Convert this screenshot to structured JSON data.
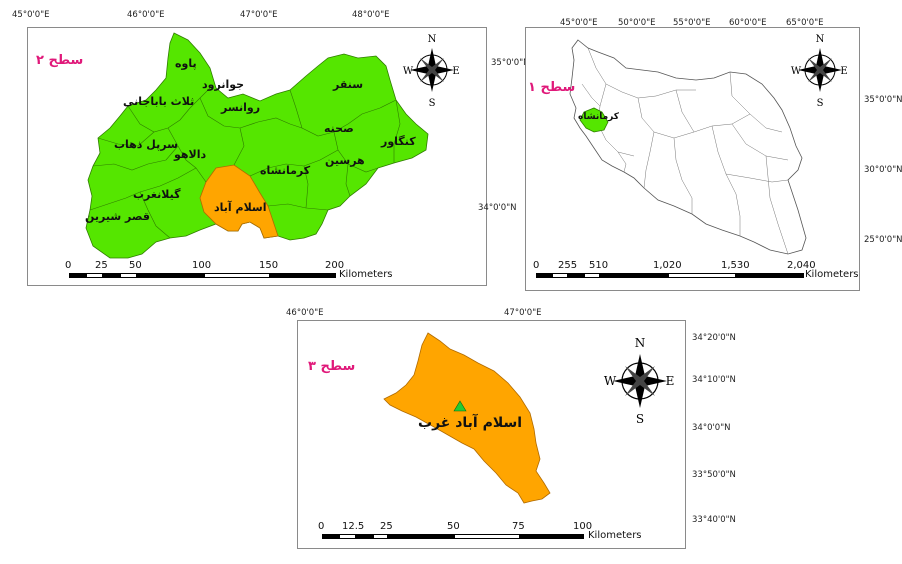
{
  "level2": {
    "title": "سطح ۲",
    "lon_ticks": [
      "45°0'0\"E",
      "46°0'0\"E",
      "47°0'0\"E",
      "48°0'0\"E"
    ],
    "lat_ticks": [
      "35°0'0\"N",
      "34°0'0\"N"
    ],
    "counties": {
      "paveh": "پاوه",
      "javanrud": "جوانرود",
      "salas": "ثلاث باباجانی",
      "ravansar": "روانسر",
      "sonqor": "سنقر",
      "sahneh": "صحنه",
      "kangavar": "کنگاور",
      "harsin": "هرسین",
      "kermanshah": "کرمانشاه",
      "sarpol": "سرپل ذهاب",
      "dalahu": "دالاهو",
      "gilan": "گیلانغرب",
      "qasr": "قصر شیرین",
      "eslamabad": "اسلام آباد"
    },
    "scale": {
      "ticks": [
        "0",
        "25",
        "50",
        "100",
        "150",
        "200"
      ],
      "unit": "Kilometers"
    },
    "colors": {
      "province": "#55e600",
      "highlight": "#ffa500"
    }
  },
  "level1": {
    "title": "سطح ۱",
    "lon_ticks": [
      "45°0'0\"E",
      "50°0'0\"E",
      "55°0'0\"E",
      "60°0'0\"E",
      "65°0'0\"E"
    ],
    "lat_ticks": [
      "35°0'0\"N",
      "30°0'0\"N",
      "25°0'0\"N"
    ],
    "province_label": "کرمانشاه",
    "scale": {
      "ticks": [
        "0",
        "255",
        "510",
        "1,020",
        "1,530",
        "2,040"
      ],
      "unit": "Kilometers"
    }
  },
  "level3": {
    "title": "سطح ۳",
    "lon_ticks": [
      "46°0'0\"E",
      "47°0'0\"E"
    ],
    "lat_ticks": [
      "34°20'0\"N",
      "34°10'0\"N",
      "34°0'0\"N",
      "33°50'0\"N",
      "33°40'0\"N"
    ],
    "county_label": "اسلام آباد غرب",
    "scale": {
      "ticks": [
        "0",
        "12.5",
        "25",
        "50",
        "75",
        "100"
      ],
      "unit": "Kilometers"
    },
    "colors": {
      "county": "#ffa500",
      "point": "#22cc33"
    }
  },
  "compass": {
    "n": "N",
    "s": "S",
    "e": "E",
    "w": "W"
  }
}
